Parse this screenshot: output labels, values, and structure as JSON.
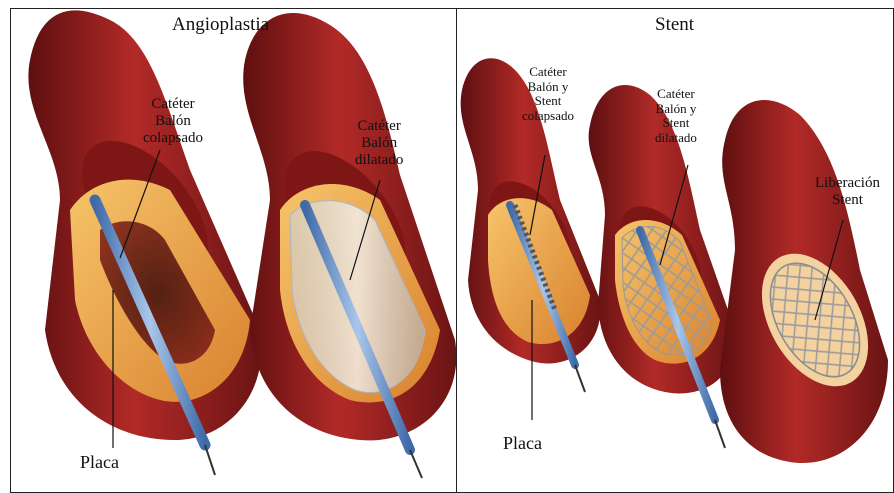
{
  "panels": {
    "angioplastia": {
      "title": "Angioplastia",
      "label_collapsed": "Catéter\nBalón\ncolapsado",
      "label_dilated": "Catéter\nBalón\ndilatado",
      "label_plaque": "Placa"
    },
    "stent": {
      "title": "Stent",
      "label_collapsed": "Catéter\nBalón y\nStent\ncolapsado",
      "label_dilated": "Catéter\nBalón y\nStent\ndilatado",
      "label_release": "Liberación\nStent",
      "label_plaque": "Placa"
    }
  },
  "colors": {
    "artery_outer": "#8e1c1c",
    "artery_mid": "#b8312c",
    "artery_inner": "#e9a26a",
    "plaque": "#f0b14a",
    "catheter": "#6f95c7",
    "balloon": "#cfd8e6",
    "stent_mesh": "#a8a8a8",
    "frame": "#222222"
  }
}
